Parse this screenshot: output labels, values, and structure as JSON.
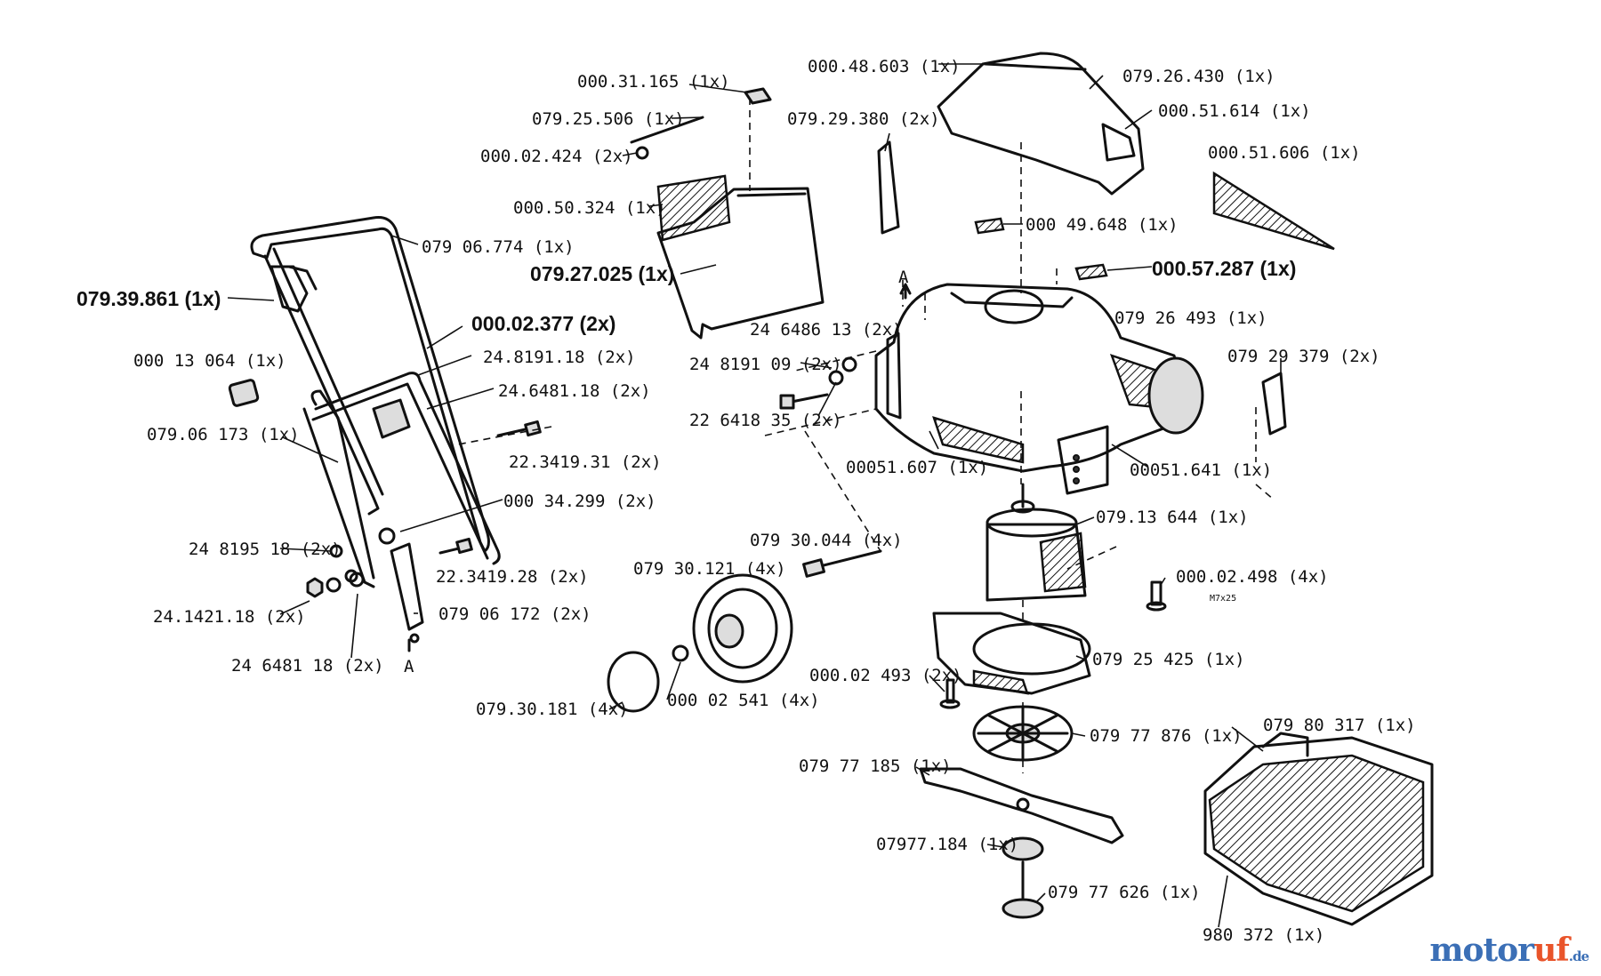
{
  "diagram": {
    "labels": [
      "000.31.165 (1x)",
      "079.25.506 (1x)",
      "000.02.424 (2x)",
      "000.50.324 (1x)",
      "079.27.025 (1x)",
      "000.48.603 (1x)",
      "079.26.430 (1x)",
      "000.51.614 (1x)",
      "079.29.380 (2x)",
      "000.51.606 (1x)",
      "000 49.648 (1x)",
      "000.57.287 (1x)",
      "079 06.774 (1x)",
      "079.39.861 (1x)",
      "000.02.377 (2x)",
      "000 13 064 (1x)",
      "24.8191.18 (2x)",
      "24.6481.18 (2x)",
      "079.06 173 (1x)",
      "22.3419.31 (2x)",
      "000 34.299 (2x)",
      "24 8195 18 (2x)",
      "22.3419.28 (2x)",
      "24.1421.18 (2x)",
      "079 06 172 (2x)",
      "24 6481 18 (2x)",
      "24 6486 13 (2x)",
      "24 8191 09 (2x)",
      "22 6418 35 (2x)",
      "079 26 493 (1x)",
      "079 29 379 (2x)",
      "00051.607 (1x)",
      "00051.641 (1x)",
      "079.13 644 (1x)",
      "079 30.044 (4x)",
      "079 30.121 (4x)",
      "000.02.498 (4x)",
      "079 25 425 (1x)",
      "000.02 493 (2x)",
      "079.30.181 (4x)",
      "000 02 541 (4x)",
      "079 77 876 (1x)",
      "079 77 185 (1x)",
      "079 80 317 (1x)",
      "07977.184 (1x)",
      "079 77 626 (1x)",
      "980 372 (1x)"
    ],
    "section_marks": [
      "A",
      "A"
    ],
    "screw_note": "M7x25"
  },
  "watermark": {
    "part1": "motor",
    "part2": "uf",
    "part3": ".de"
  },
  "colors": {
    "watermark_blue": "#3b6fb6",
    "watermark_orange": "#e9542a"
  }
}
